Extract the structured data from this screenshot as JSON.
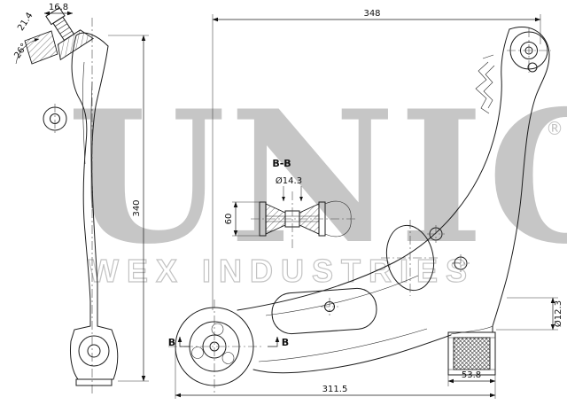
{
  "colors": {
    "line": "#1c1c1c",
    "watermark": "#c6c6c6"
  },
  "watermark": {
    "brand": "UNIO",
    "registered": "®",
    "subtitle": "WEX INDUSTRIES"
  },
  "side_view": {
    "dim_height": "340",
    "dim_top": "16.8",
    "dim_stud": "21.4",
    "dim_angle": "26°"
  },
  "section_view": {
    "label": "B-B",
    "dim_bore": "Ø14.3",
    "dim_width": "60"
  },
  "plan_view": {
    "dim_span": "348",
    "dim_length": "311.5",
    "dim_foot": "53.8",
    "dim_pin": "Ø12.3",
    "marker_left": "B",
    "marker_right": "B"
  }
}
